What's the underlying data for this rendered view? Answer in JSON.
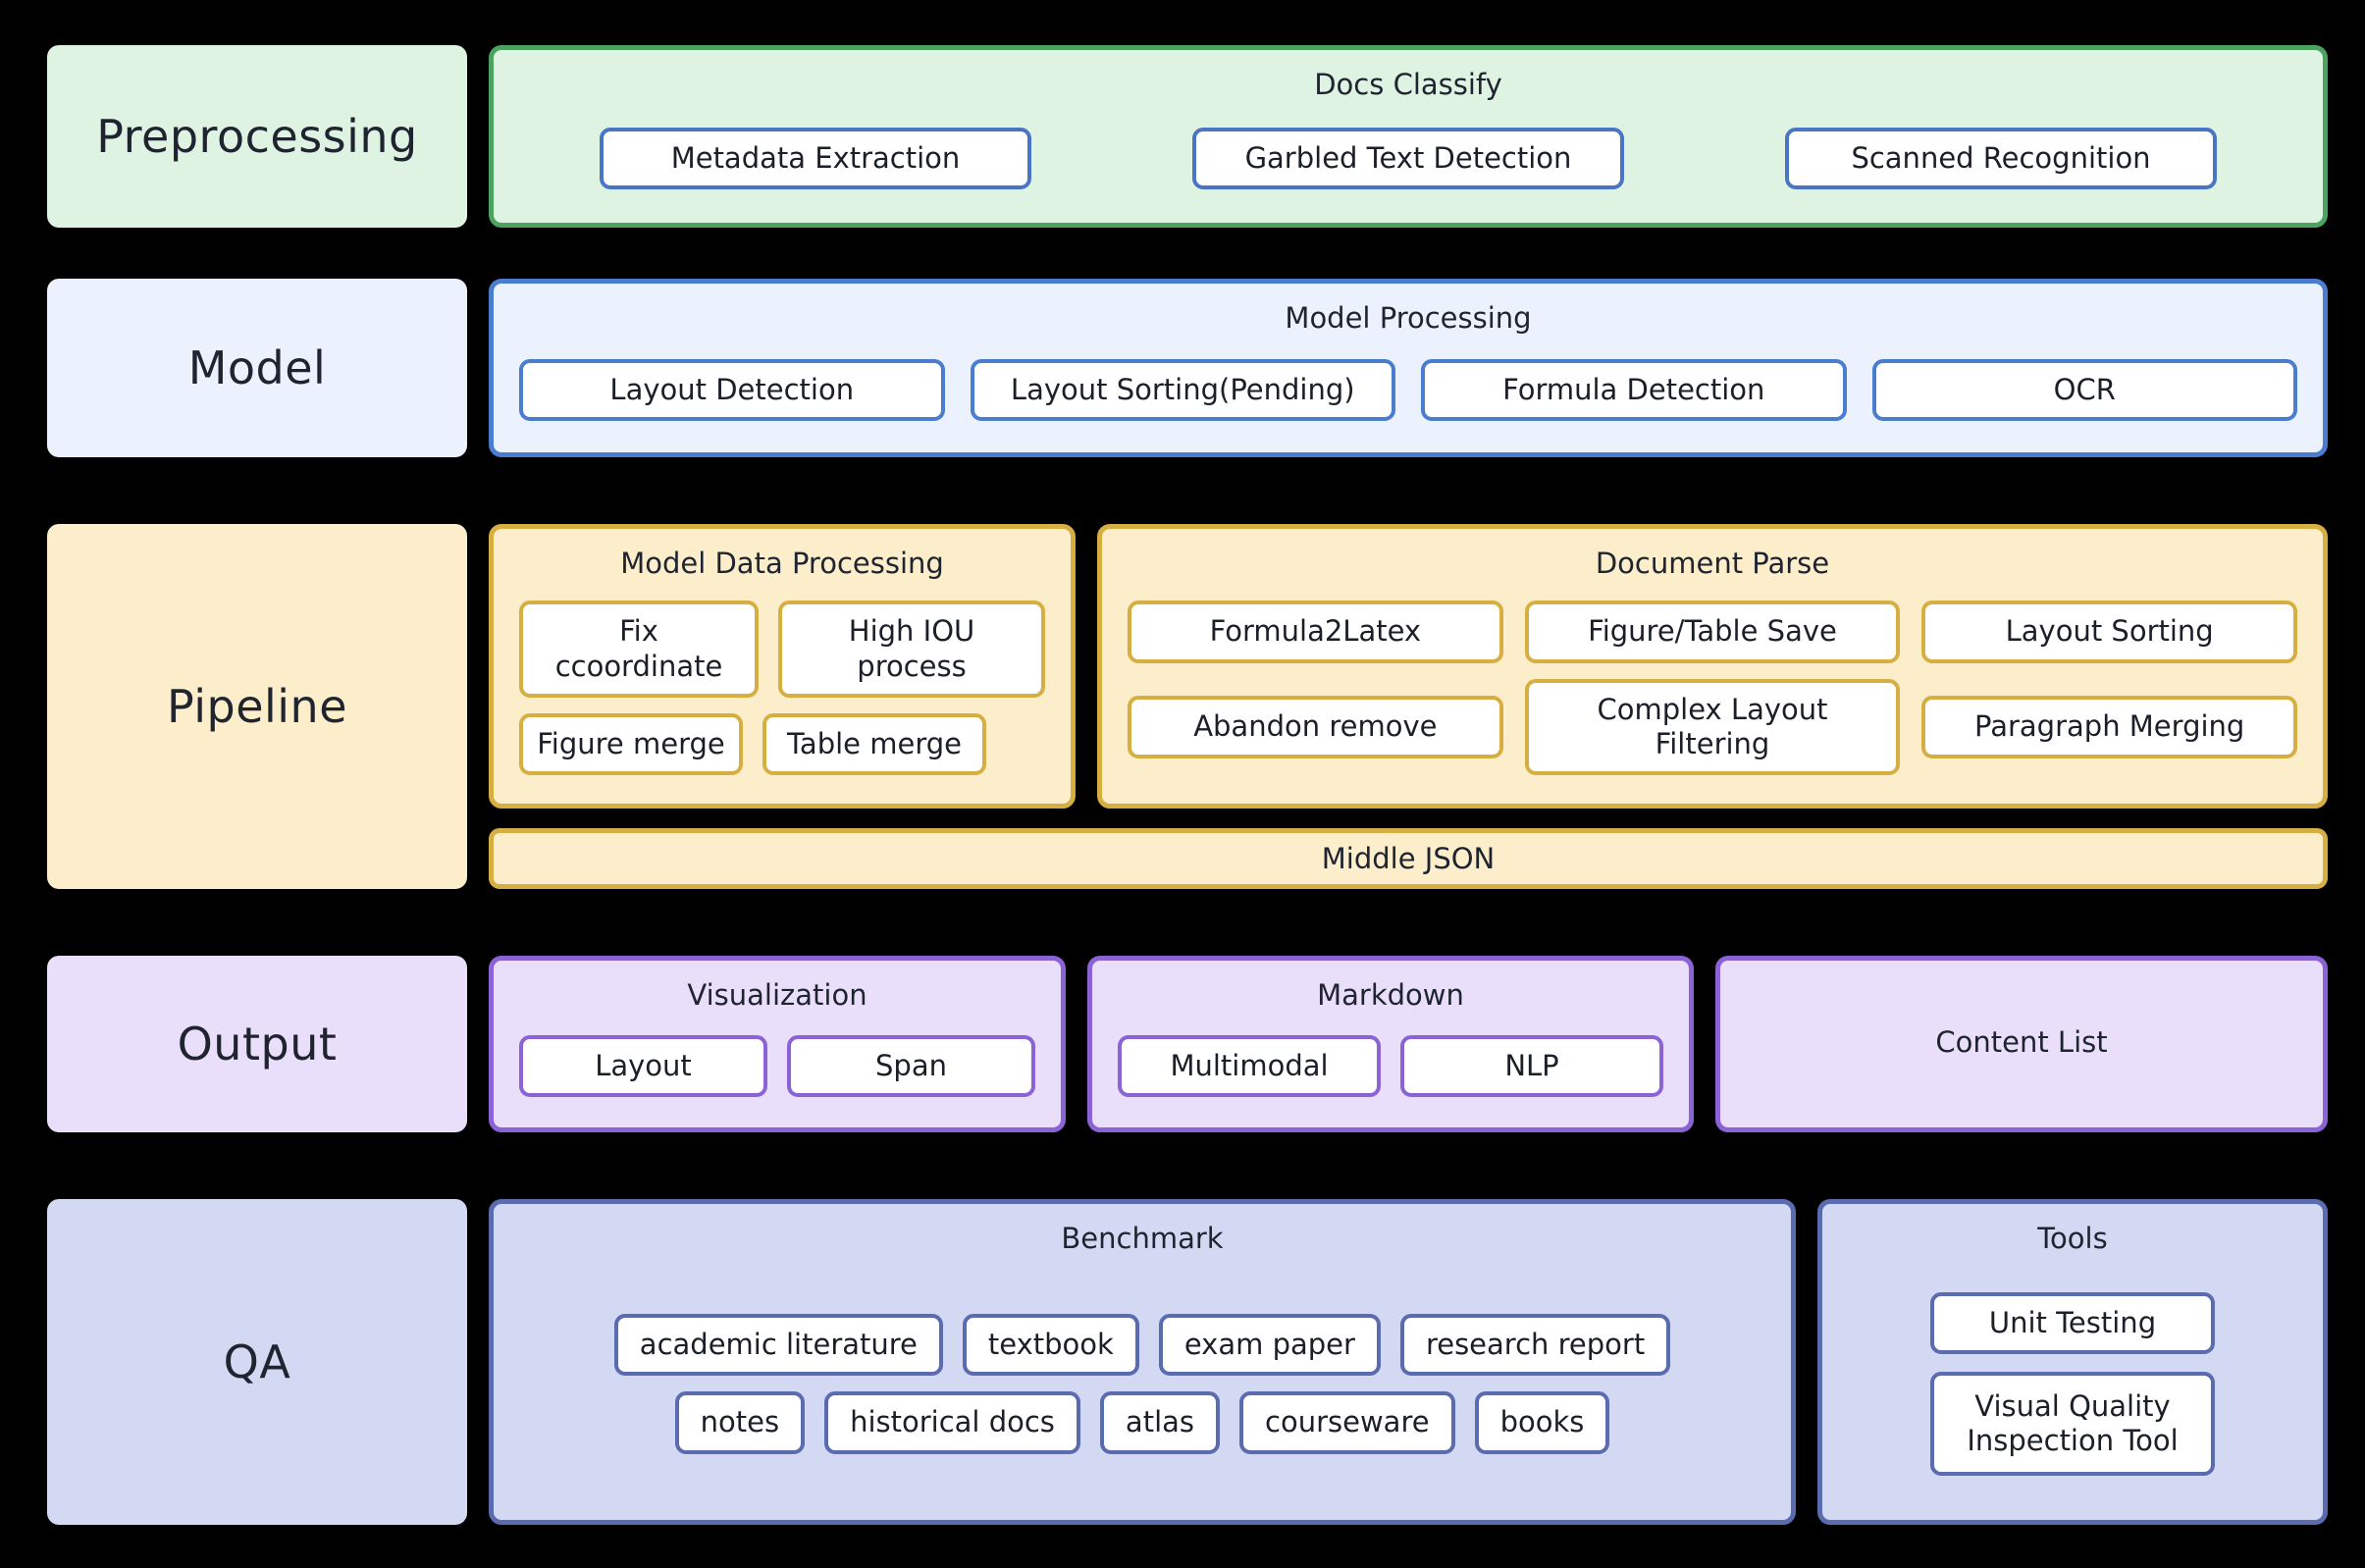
{
  "stages": [
    {
      "id": "preprocessing",
      "label": "Preprocessing",
      "accent": "#4CA25F",
      "fill": "#DEF3E2",
      "groups": [
        {
          "title": "Docs Classify",
          "rows": [
            [
              "Metadata Extraction",
              "Garbled Text Detection",
              "Scanned Recognition"
            ]
          ]
        }
      ]
    },
    {
      "id": "model",
      "label": "Model",
      "accent": "#4A7DD0",
      "fill": "#EBF2FD",
      "groups": [
        {
          "title": "Model Processing",
          "rows": [
            [
              "Layout Detection",
              "Layout Sorting(Pending)",
              "Formula Detection",
              "OCR"
            ]
          ]
        }
      ]
    },
    {
      "id": "pipeline",
      "label": "Pipeline",
      "accent": "#D6AE42",
      "fill": "#FCEECB",
      "groups": [
        {
          "title": "Model Data Processing",
          "rows": [
            [
              "Fix ccoordinate",
              "High IOU process"
            ],
            [
              "Figure merge",
              "Table merge"
            ]
          ]
        },
        {
          "title": "Document Parse",
          "rows": [
            [
              "Formula2Latex",
              "Figure/Table Save",
              "Layout Sorting"
            ],
            [
              "Abandon remove",
              "Complex Layout Filtering",
              "Paragraph Merging"
            ]
          ]
        }
      ],
      "bar": "Middle JSON"
    },
    {
      "id": "output",
      "label": "Output",
      "accent": "#8B63D6",
      "fill": "#EADFFA",
      "groups": [
        {
          "title": "Visualization",
          "rows": [
            [
              "Layout",
              "Span"
            ]
          ]
        },
        {
          "title": "Markdown",
          "rows": [
            [
              "Multimodal",
              "NLP"
            ]
          ]
        },
        {
          "title": "Content List",
          "rows": []
        }
      ]
    },
    {
      "id": "qa",
      "label": "QA",
      "accent": "#5A6BB0",
      "fill": "#D3D9F2",
      "groups": [
        {
          "title": "Benchmark",
          "rows": [
            [
              "academic literature",
              "textbook",
              "exam paper",
              "research report"
            ],
            [
              "notes",
              "historical docs",
              "atlas",
              "courseware",
              "books"
            ]
          ]
        },
        {
          "title": "Tools",
          "rows": [
            [
              "Unit Testing"
            ],
            [
              "Visual Quality Inspection Tool"
            ]
          ]
        }
      ]
    }
  ]
}
